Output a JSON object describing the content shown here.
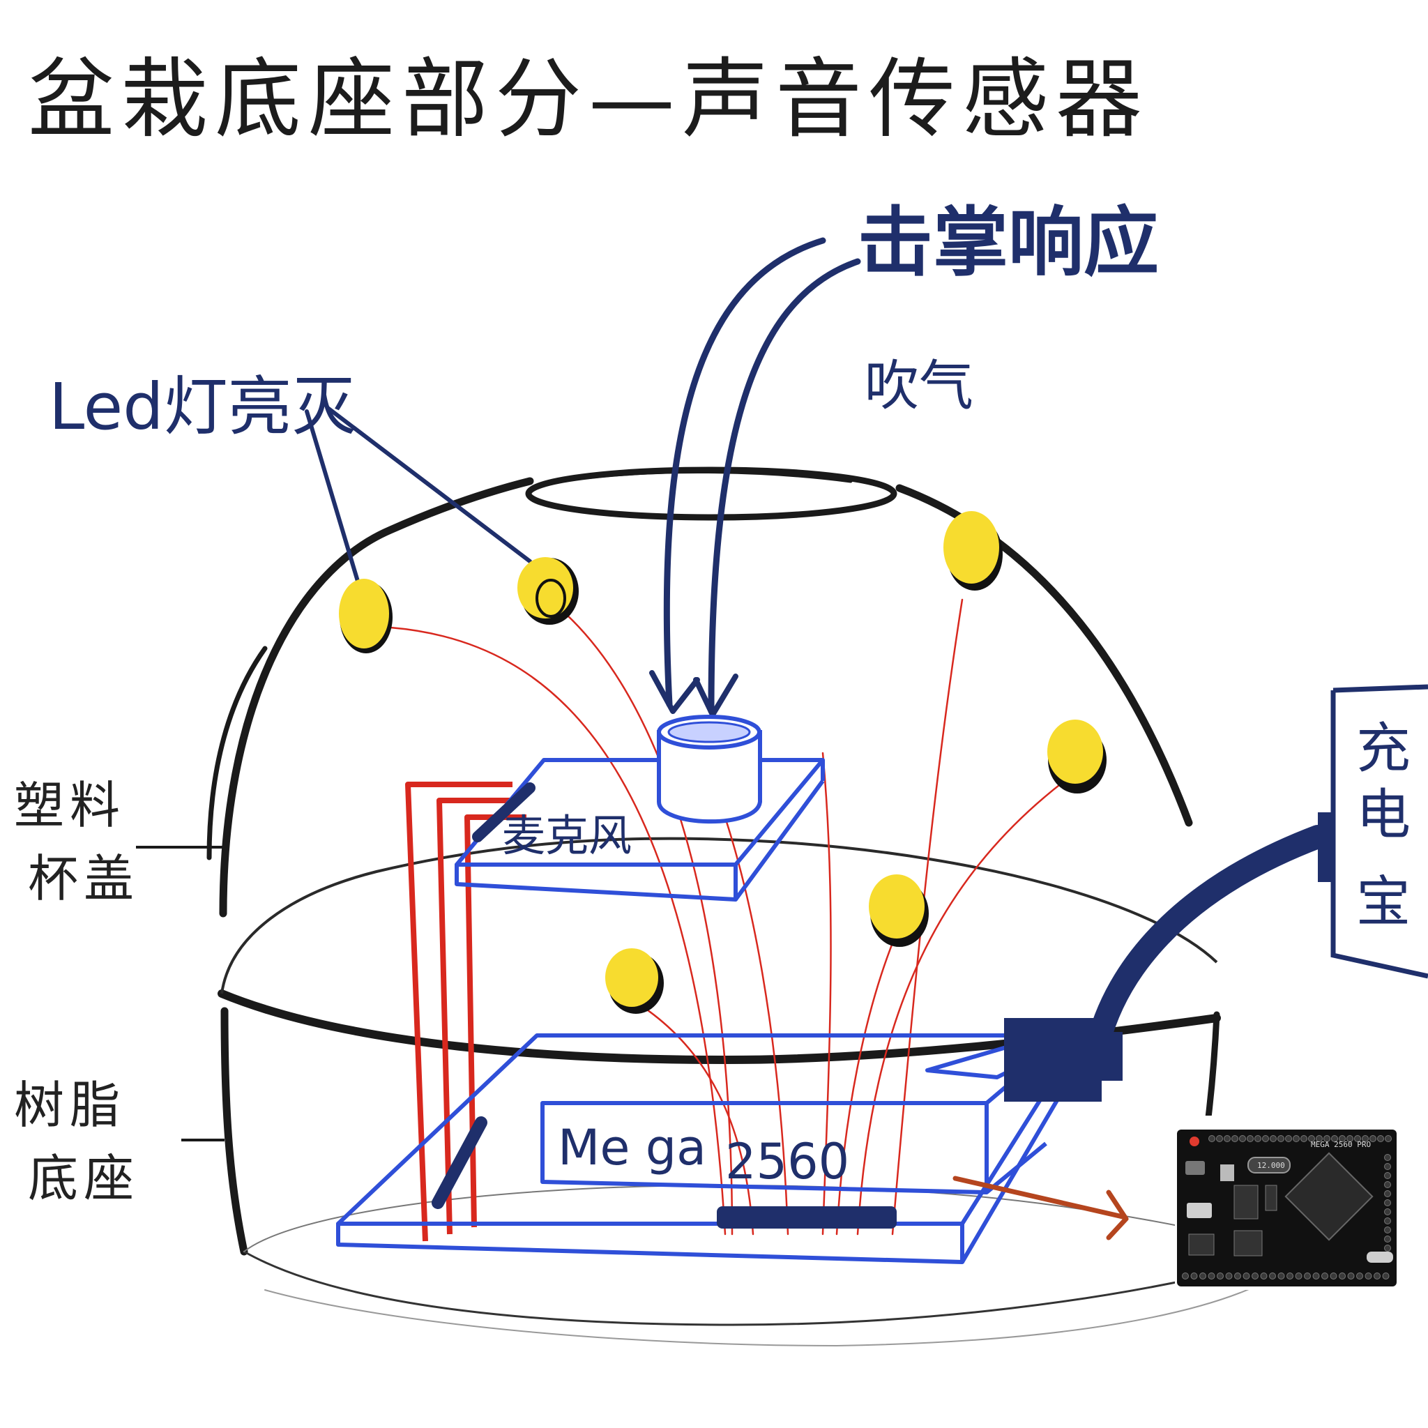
{
  "title": "盆栽底座部分—声音传感器",
  "labels": {
    "clap_response": "击掌响应",
    "blow": "吹气",
    "led": "Led灯亮灭",
    "plastic_cover_1": "塑料",
    "plastic_cover_2": "杯盖",
    "resin_base_1": "树脂",
    "resin_base_2": "底座",
    "microphone": "麦克风",
    "charger_1": "充",
    "charger_2": "电",
    "charger_3": "宝",
    "board_mega": "Me ga",
    "board_model": "2560",
    "board_photo_crystal": "12.000",
    "board_photo_name": "MEGA 2560 PRO"
  },
  "colors": {
    "outline": "#1a1a1a",
    "ink_blue": "#1f2f6b",
    "board_blue": "#2f4fd8",
    "wire_red": "#d8281e",
    "led_yellow": "#f7dc2f",
    "arrow_orange": "#b5451e",
    "pcb_black": "#111111"
  },
  "icons": {
    "led": "led-bulb-icon",
    "microphone": "microphone-cylinder-icon",
    "board": "mega2560-board-icon"
  }
}
